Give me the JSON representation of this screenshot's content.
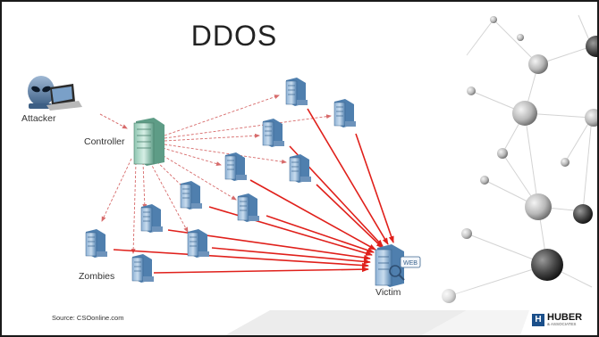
{
  "slide": {
    "title": "DDOS",
    "source": "Source: CSOonline.com"
  },
  "diagram": {
    "attacker_label": "Attacker",
    "controller_label": "Controller",
    "zombies_label": "Zombies",
    "victim_label": "Victim",
    "victim_tag": "WEB"
  },
  "logo": {
    "mark": "H",
    "name": "HUBER",
    "sub": "& ASSOCIATES"
  },
  "colors": {
    "attack_arrow": "#e0201b",
    "control_arrow": "#d76b6b",
    "server": "#4f7fae",
    "controller": "#6fae97"
  }
}
